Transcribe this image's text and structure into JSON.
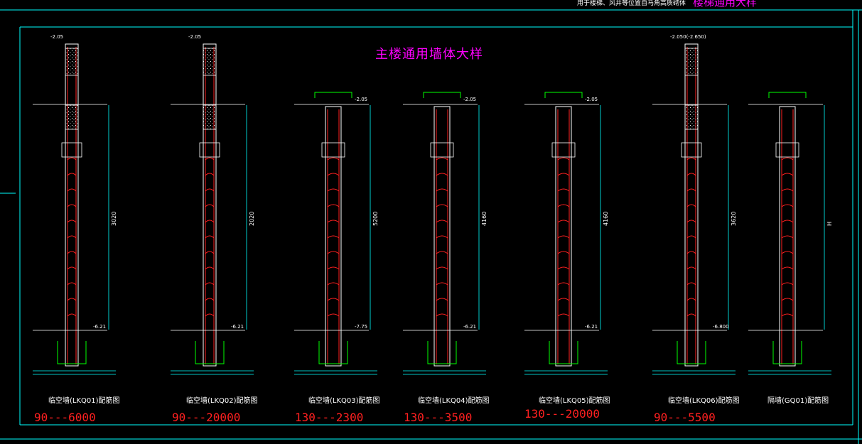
{
  "header": {
    "note": "用于楼梯、风井等位置自马角高质砌体",
    "title": "楼梯通用大样"
  },
  "main_title": "主楼通用墙体大样",
  "palette": {
    "background": "#000000",
    "frame": "#00ffff",
    "wall_outline": "#ffffff",
    "rebar": "#ff2020",
    "pink_annotation": "#ff00ff",
    "green_hook": "#00ff00",
    "yellow_text": "#ffff00"
  },
  "walls": [
    {
      "name": "临空墙(LKQ01)配筋图",
      "dims": "90---6000",
      "height_label": "3020",
      "top_elev": "-2.05",
      "bottom_elev": "-6.21",
      "has_hatch": true
    },
    {
      "name": "临空墙(LKQ02)配筋图",
      "dims": "90---20000",
      "height_label": "2020",
      "top_elev": "-2.05",
      "bottom_elev": "-6.21",
      "has_hatch": true
    },
    {
      "name": "临空墙(LKQ03)配筋图",
      "dims": "130---2300",
      "height_label": "5200",
      "top_elev": "-2.05",
      "bottom_elev": "-7.75",
      "has_hatch": false
    },
    {
      "name": "临空墙(LKQ04)配筋图",
      "dims": "130---3500",
      "height_label": "4160",
      "top_elev": "-2.05",
      "bottom_elev": "-6.21",
      "has_hatch": false
    },
    {
      "name": "临空墙(LKQ05)配筋图",
      "dims": "130---20000",
      "height_label": "4160",
      "top_elev": "-2.05",
      "bottom_elev": "-6.21",
      "has_hatch": false
    },
    {
      "name": "临空墙(LKQ06)配筋图",
      "dims": "90---5500",
      "height_label": "3620",
      "top_elev": "-2.050(-2.650)",
      "bottom_elev": "-6.800",
      "has_hatch": true
    },
    {
      "name": "隔墙(GQ01)配筋图",
      "dims": "",
      "height_label": "H",
      "top_elev": "",
      "bottom_elev": "",
      "has_hatch": false
    }
  ]
}
